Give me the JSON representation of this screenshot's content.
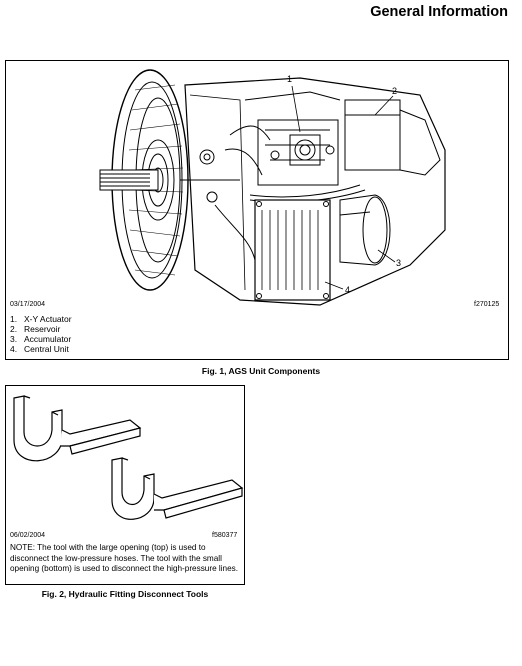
{
  "header": {
    "title": "General Information"
  },
  "figure1": {
    "date": "03/17/2004",
    "ref": "f270125",
    "legend": [
      {
        "num": "1.",
        "label": "X-Y Actuator"
      },
      {
        "num": "2.",
        "label": "Reservoir"
      },
      {
        "num": "3.",
        "label": "Accumulator"
      },
      {
        "num": "4.",
        "label": "Central Unit"
      }
    ],
    "callouts": [
      "1",
      "2",
      "3",
      "4"
    ],
    "caption": "Fig. 1, AGS Unit Components"
  },
  "figure2": {
    "date": "06/02/2004",
    "ref": "f580377",
    "note": "NOTE: The tool with the large opening (top) is used to disconnect the low-pressure hoses. The tool with the small opening (bottom) is used to disconnect the high-pressure lines.",
    "caption": "Fig. 2, Hydraulic Fitting Disconnect Tools"
  }
}
